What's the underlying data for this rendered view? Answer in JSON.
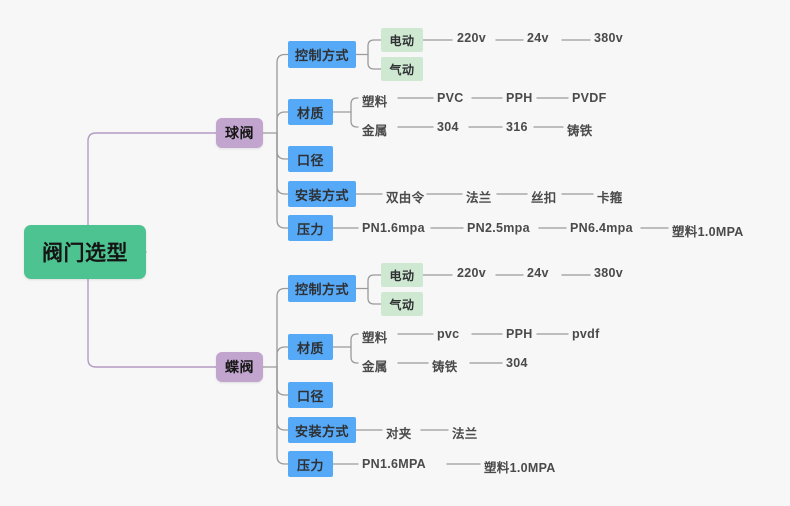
{
  "canvas": {
    "background": "#f7f7f7",
    "root_color": "#4ec392",
    "branch_color": "#c1a5ce",
    "topic_color": "#55a9f6",
    "leafbox_color": "#cfe8d1",
    "line_color": "#9a9a9a",
    "root_line_color": "#b39cc4"
  },
  "root": {
    "label": "阀门选型"
  },
  "branches": [
    {
      "label": "球阀",
      "topics": [
        {
          "label": "控制方式",
          "boxed_children": [
            {
              "label": "电动",
              "leaves": [
                "220v",
                "24v",
                "380v"
              ]
            },
            {
              "label": "气动",
              "leaves": []
            }
          ],
          "text_children": []
        },
        {
          "label": "材质",
          "boxed_children": [],
          "text_children": [
            {
              "label": "塑料",
              "leaves": [
                "PVC",
                "PPH",
                "PVDF"
              ]
            },
            {
              "label": "金属",
              "leaves": [
                "304",
                "316",
                "铸铁"
              ]
            }
          ]
        },
        {
          "label": "口径",
          "boxed_children": [],
          "text_children": []
        },
        {
          "label": "安装方式",
          "boxed_children": [],
          "text_children": [
            {
              "label": "双由令",
              "leaves": [
                "法兰",
                "丝扣",
                "卡箍"
              ]
            }
          ]
        },
        {
          "label": "压力",
          "boxed_children": [],
          "text_children": [
            {
              "label": "PN1.6mpa",
              "leaves": [
                "PN2.5mpa",
                "PN6.4mpa",
                "塑料1.0MPA"
              ]
            }
          ]
        }
      ]
    },
    {
      "label": "蝶阀",
      "topics": [
        {
          "label": "控制方式",
          "boxed_children": [
            {
              "label": "电动",
              "leaves": [
                "220v",
                "24v",
                "380v"
              ]
            },
            {
              "label": "气动",
              "leaves": []
            }
          ],
          "text_children": []
        },
        {
          "label": "材质",
          "boxed_children": [],
          "text_children": [
            {
              "label": "塑料",
              "leaves": [
                "pvc",
                "PPH",
                "pvdf"
              ]
            },
            {
              "label": "金属",
              "leaves": [
                "铸铁",
                "304"
              ]
            }
          ]
        },
        {
          "label": "口径",
          "boxed_children": [],
          "text_children": []
        },
        {
          "label": "安装方式",
          "boxed_children": [],
          "text_children": [
            {
              "label": "对夹",
              "leaves": [
                "法兰"
              ]
            }
          ]
        },
        {
          "label": "压力",
          "boxed_children": [],
          "text_children": [
            {
              "label": "PN1.6MPA",
              "leaves": [
                "塑料1.0MPA"
              ]
            }
          ]
        }
      ]
    }
  ]
}
